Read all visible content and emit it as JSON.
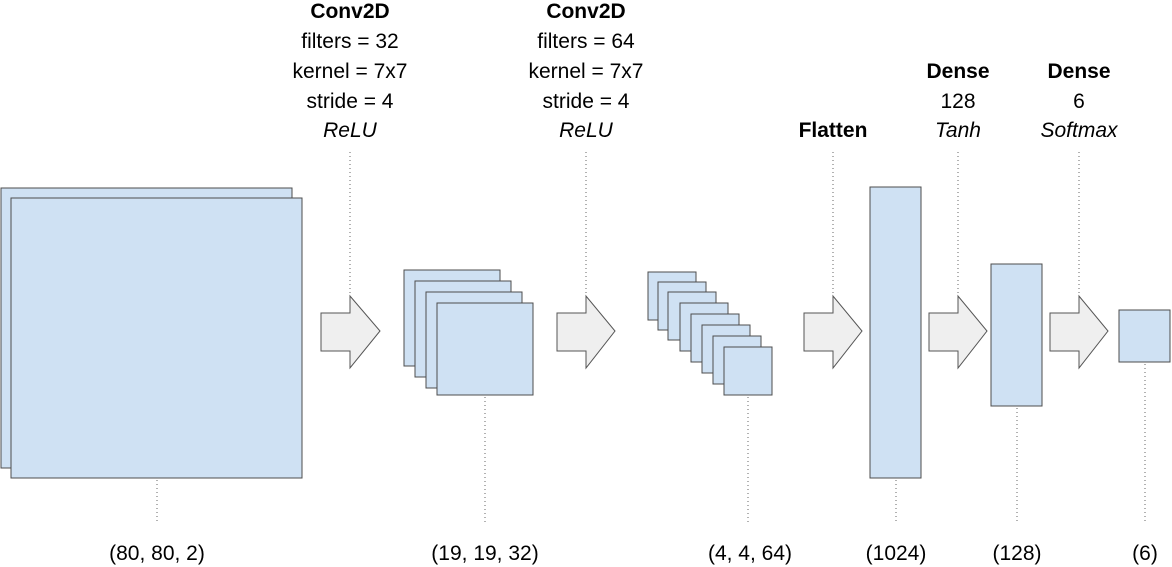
{
  "layers": [
    {
      "name": "Conv2D",
      "params": [
        "filters = 32",
        "kernel = 7x7",
        "stride = 4"
      ],
      "activation": "ReLU"
    },
    {
      "name": "Conv2D",
      "params": [
        "filters = 64",
        "kernel = 7x7",
        "stride = 4"
      ],
      "activation": "ReLU"
    },
    {
      "name": "Flatten",
      "params": [],
      "activation": ""
    },
    {
      "name": "Dense",
      "params": [
        "128"
      ],
      "activation": "Tanh"
    },
    {
      "name": "Dense",
      "params": [
        "6"
      ],
      "activation": "Softmax"
    }
  ],
  "shapes": [
    "(80, 80, 2)",
    "(19, 19, 32)",
    "(4, 4, 64)",
    "(1024)",
    "(128)",
    "(6)"
  ],
  "colors": {
    "tensor_fill": "#cfe1f3",
    "tensor_stroke": "#4d4d4d",
    "arrow_fill": "#efefef",
    "arrow_stroke": "#555555"
  }
}
